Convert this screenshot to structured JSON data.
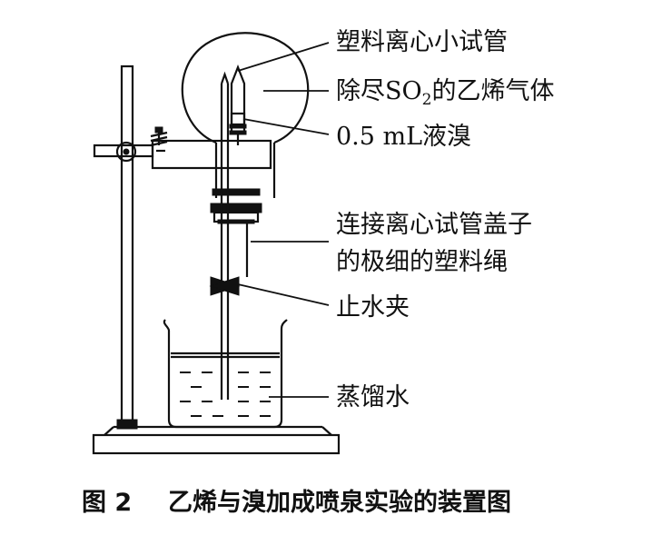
{
  "labels": {
    "tube": "塑料离心小试管",
    "gas_pre": "除尽SO",
    "gas_sub": "2",
    "gas_post": "的乙烯气体",
    "bromine": "0.5 mL液溴",
    "rope_line1": "连接离心试管盖子",
    "rope_line2": "的极细的塑料绳",
    "clamp": "止水夹",
    "water": "蒸馏水"
  },
  "caption": {
    "fig": "图 2",
    "title": "乙烯与溴加成喷泉实验的装置图"
  }
}
